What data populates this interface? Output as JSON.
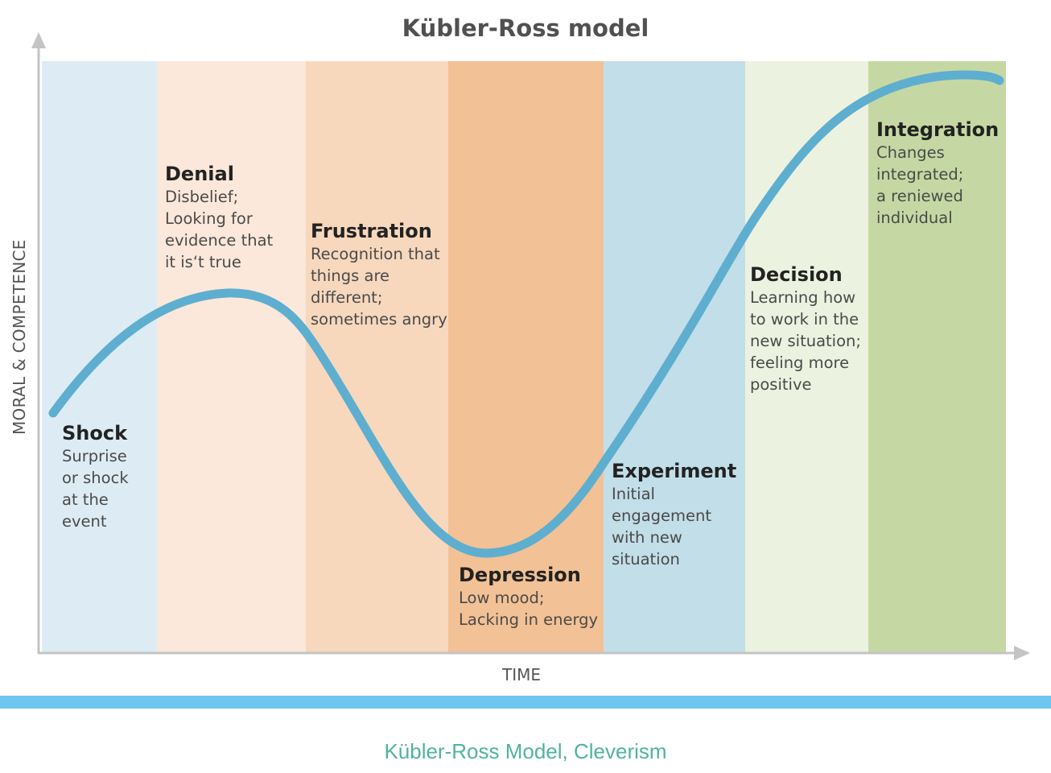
{
  "title": "Kübler-Ross model",
  "axes": {
    "x_label": "TIME",
    "y_label": "MORAL & COMPETENCE"
  },
  "stages": [
    {
      "name": "Shock",
      "description": "Surprise\nor shock\nat the\nevent",
      "color": "#ddecf4"
    },
    {
      "name": "Denial",
      "description": "Disbelief;\nLooking for\nevidence that\nit is‘t true",
      "color": "#fbe8da"
    },
    {
      "name": "Frustration",
      "description": "Recognition that\nthings are\ndifferent;\nsometimes angry",
      "color": "#f7d8bd"
    },
    {
      "name": "Depression",
      "description": "Low mood;\nLacking in energy",
      "color": "#f2c195"
    },
    {
      "name": "Experiment",
      "description": "Initial\nengagement\nwith new\nsituation",
      "color": "#c2dee8"
    },
    {
      "name": "Decision",
      "description": "Learning how\nto work in the\nnew situation;\nfeeling more\npositive",
      "color": "#ecf2e0"
    },
    {
      "name": "Integration",
      "description": "Changes\nintegrated;\na reniewed\nindividual",
      "color": "#c5d8a3"
    }
  ],
  "curve_color": "#5eaed0",
  "caption": "Kübler-Ross Model, Cleverism",
  "caption_color": "#4fb3a0",
  "rule_color": "#6ec6f1"
}
